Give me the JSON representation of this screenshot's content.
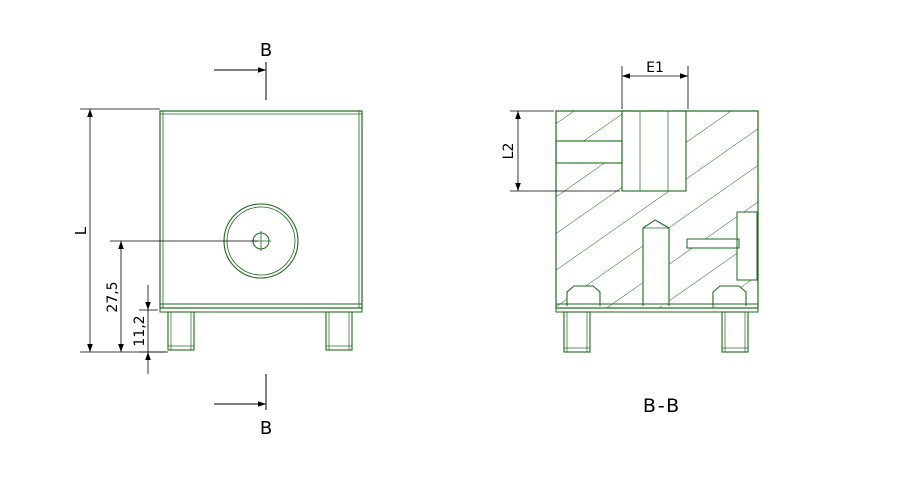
{
  "colors": {
    "outline": "#1b6b1b",
    "dimension": "#000000",
    "background": "#ffffff"
  },
  "front_view": {
    "section_marker_top": "B",
    "section_marker_bottom": "B",
    "dim_L": "L",
    "dim_27_5": "27,5",
    "dim_11_2": "11,2"
  },
  "section_view": {
    "dim_E1": "E1",
    "dim_L2": "L2",
    "title": "B-B"
  }
}
